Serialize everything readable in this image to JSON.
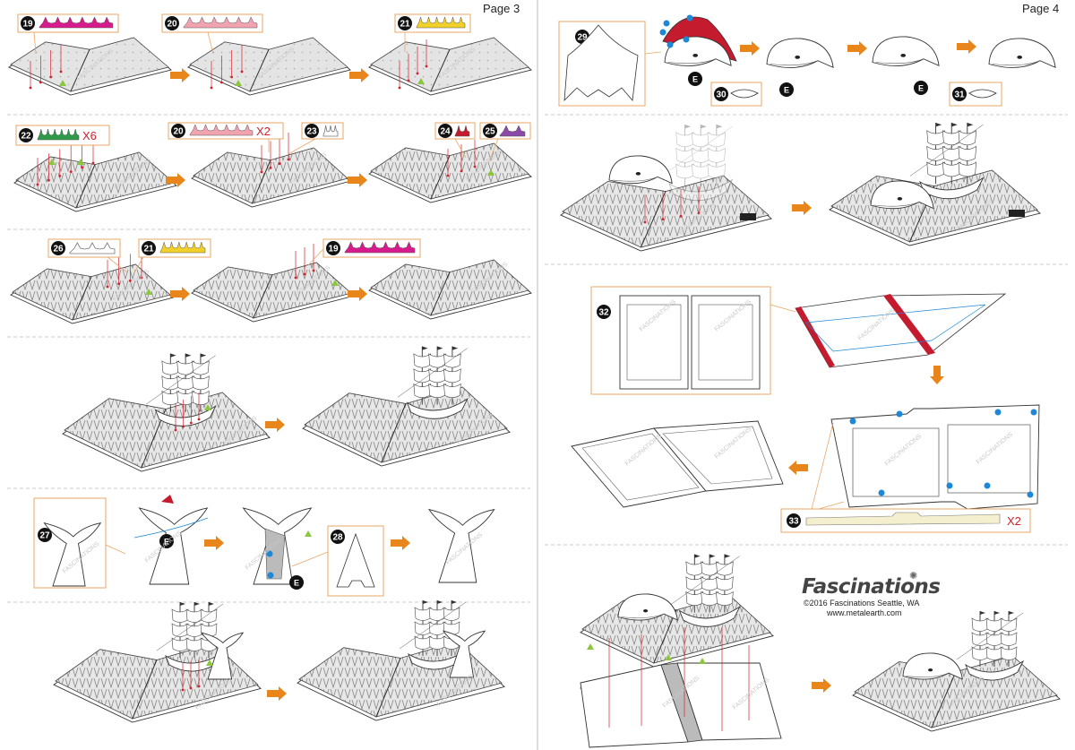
{
  "pages": {
    "left": {
      "label": "Page 3"
    },
    "right": {
      "label": "Page 4"
    }
  },
  "parts": [
    {
      "id": "p19a",
      "number": "19"
    },
    {
      "id": "p20a",
      "number": "20"
    },
    {
      "id": "p21a",
      "number": "21"
    },
    {
      "id": "p22",
      "number": "22",
      "qty": "X6"
    },
    {
      "id": "p20b",
      "number": "20",
      "qty": "X2"
    },
    {
      "id": "p23",
      "number": "23"
    },
    {
      "id": "p24",
      "number": "24"
    },
    {
      "id": "p25",
      "number": "25"
    },
    {
      "id": "p26",
      "number": "26"
    },
    {
      "id": "p21b",
      "number": "21"
    },
    {
      "id": "p19b",
      "number": "19"
    },
    {
      "id": "p27",
      "number": "27"
    },
    {
      "id": "p28",
      "number": "28"
    },
    {
      "id": "p29",
      "number": "29"
    },
    {
      "id": "p30",
      "number": "30"
    },
    {
      "id": "p31",
      "number": "31"
    },
    {
      "id": "p32",
      "number": "32"
    },
    {
      "id": "p33",
      "number": "33",
      "qty": "X2"
    }
  ],
  "tab_marker": "E",
  "watermark": "FASCINATIONS",
  "brand": {
    "name": "Fascinations",
    "copyright": "©2016 Fascinations Seattle, WA",
    "url": "www.metalearth.com"
  },
  "colors": {
    "arrow": "#e8861b",
    "callout_border": "#e8a766",
    "red_line": "#d4202a",
    "magenta": "#d81b8c",
    "pink": "#f2a3b0",
    "yellow": "#f2d02a",
    "green": "#2f9a49",
    "crimson": "#c41c2e",
    "purple": "#8a4aa8",
    "blue_dot": "#1e88d6",
    "lime": "#8cc63f",
    "cream": "#f4efcf"
  }
}
